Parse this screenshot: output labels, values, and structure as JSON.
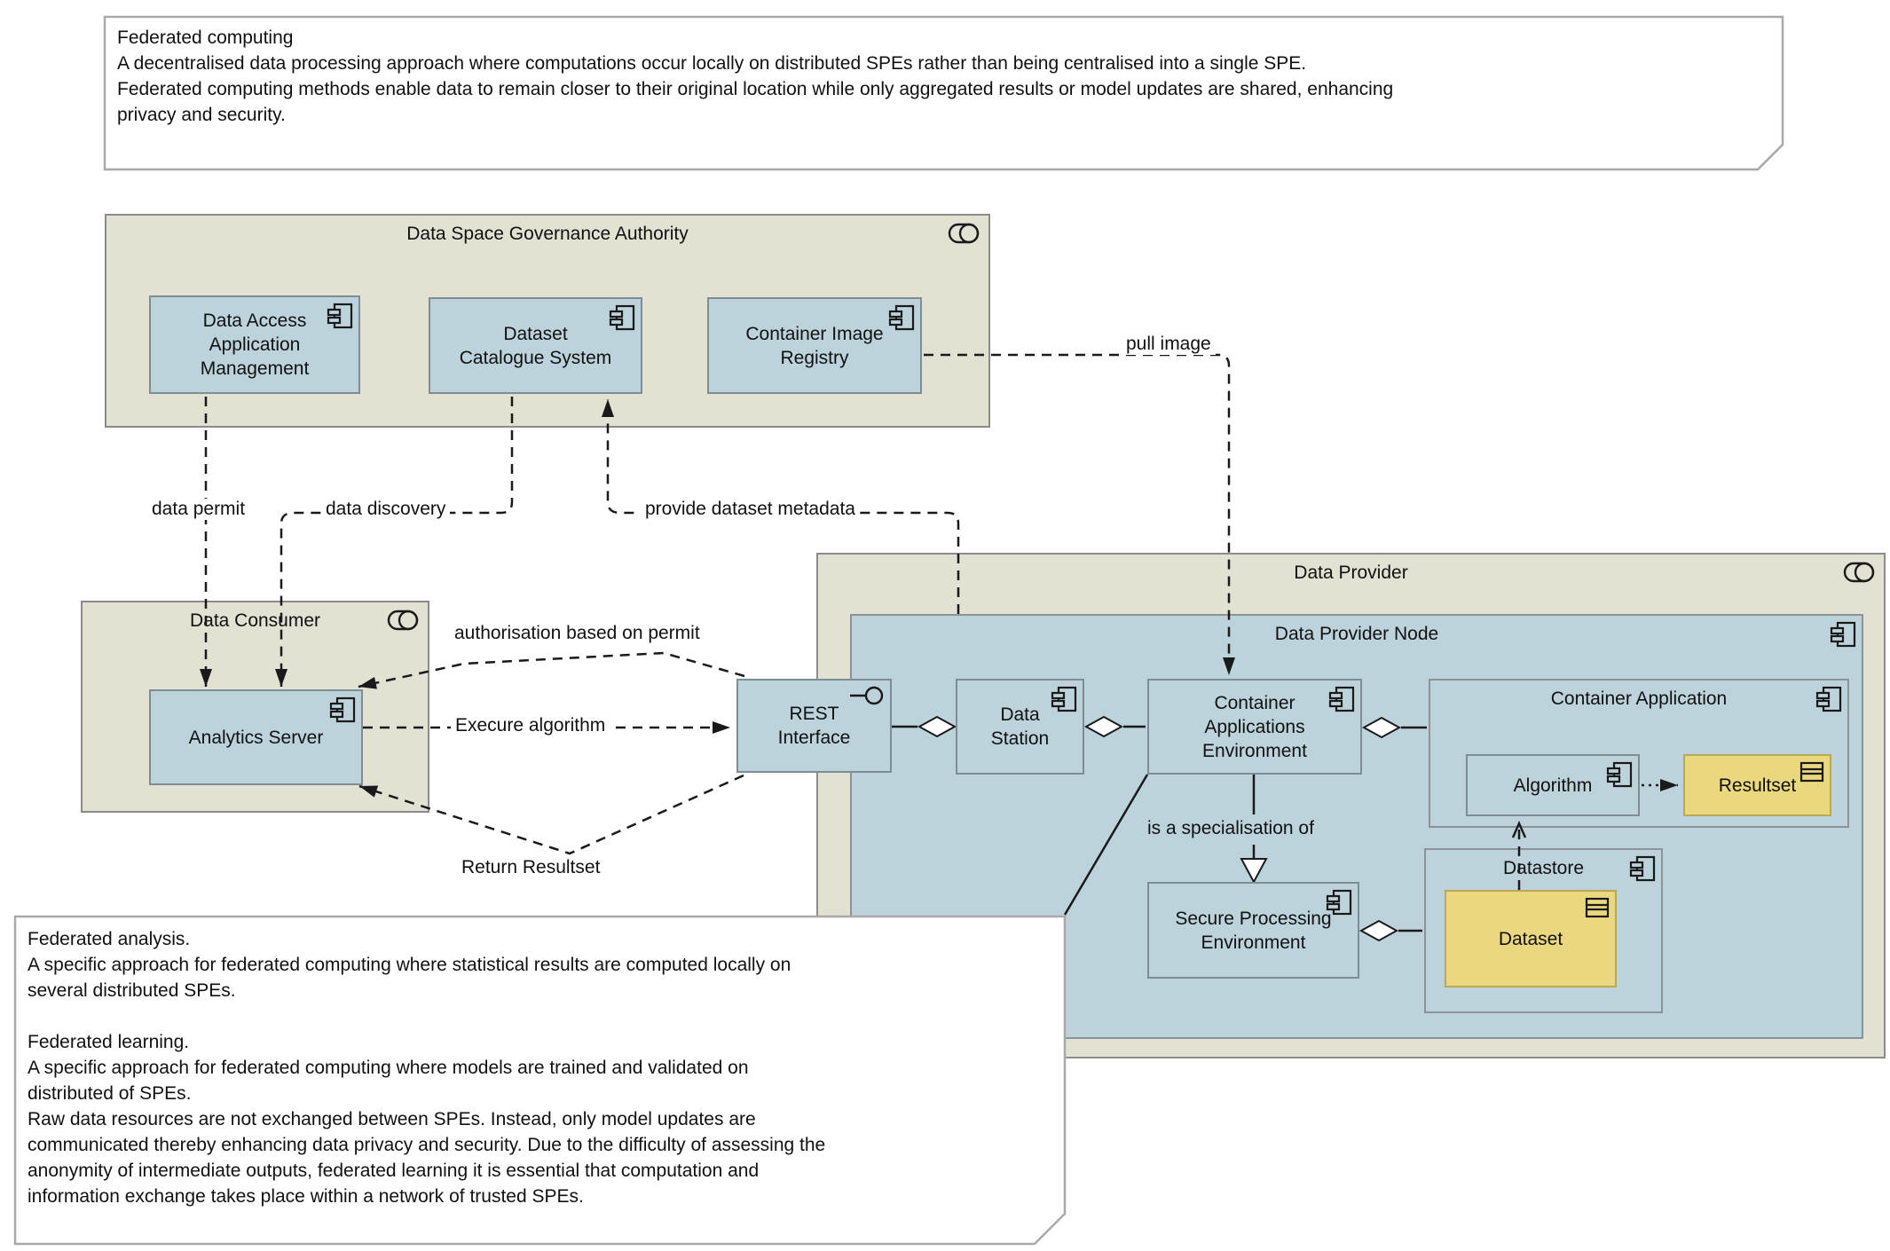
{
  "diagram": {
    "notes": {
      "federated_computing": "Federated computing\nA decentralised data processing approach where computations occur locally on distributed SPEs rather than being centralised into a single SPE.\nFederated computing methods enable data to remain closer to their original location while only aggregated results or model updates are shared, enhancing\nprivacy and security.",
      "federated_analysis": "Federated analysis.\nA specific approach for federated computing where statistical results are computed locally on\nseveral distributed SPEs.\n\nFederated learning.\nA specific approach for federated computing where models are trained and validated on\ndistributed of SPEs.\nRaw data resources are not exchanged between SPEs. Instead, only model updates are\ncommunicated thereby enhancing data privacy and security. Due to the difficulty of assessing the\nanonymity of intermediate outputs, federated learning it is essential that computation and\ninformation exchange takes place within a network of trusted SPEs."
    },
    "packages": {
      "governance": {
        "title": "Data Space Governance Authority"
      },
      "consumer": {
        "title": "Data Consumer"
      },
      "provider": {
        "title": "Data Provider"
      },
      "provider_node": {
        "title": "Data Provider Node"
      },
      "container_application": {
        "title": "Container Application"
      },
      "datastore": {
        "title": "Datastore"
      }
    },
    "components": {
      "daam": "Data Access\nApplication\nManagement",
      "dcs": "Dataset\nCatalogue System",
      "cir": "Container Image\nRegistry",
      "analytics": "Analytics Server",
      "rest": "REST\nInterface",
      "data_station": "Data\nStation",
      "cae": "Container\nApplications\nEnvironment",
      "algorithm": "Algorithm",
      "resultset": "Resultset",
      "spe": "Secure Processing\nEnvironment",
      "dataset": "Dataset"
    },
    "edge_labels": {
      "data_permit": "data permit",
      "data_discovery": "data discovery",
      "provide_dataset_metadata": "provide dataset metadata",
      "pull_image": "pull image",
      "authorisation": "authorisation based on permit",
      "execute_algorithm": "Execure algorithm",
      "return_resultset": "Return Resultset",
      "specialisation": "is a specialisation of"
    },
    "colors": {
      "package_fill": "#E3E1D2",
      "package_border": "#8B8B8B",
      "component_fill": "#BCD3DC",
      "component_border": "#7E8C94",
      "node_border": "#8B9398",
      "artifact_fill": "#EAD87F",
      "artifact_border": "#B9A854",
      "note_fill": "#FFFFFF",
      "note_border": "#A9A9A9",
      "line_color": "#1A1A1A",
      "text_color": "#111111"
    }
  }
}
